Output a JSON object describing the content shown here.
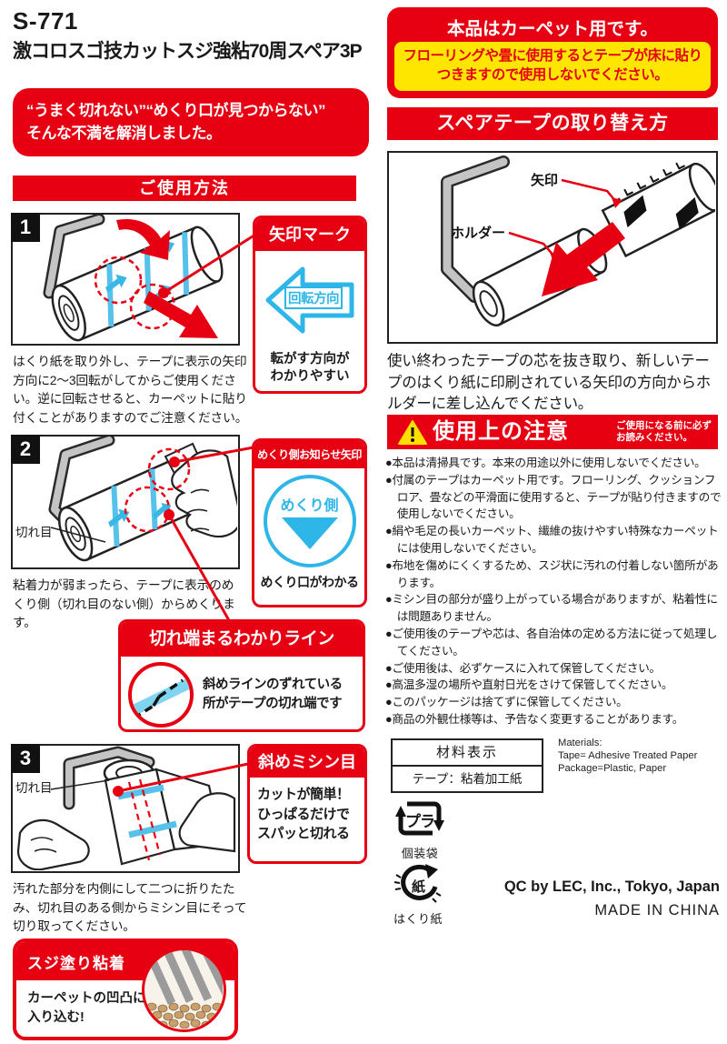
{
  "colors": {
    "accent_red": "#e60012",
    "accent_blue": "#2eb6e8",
    "accent_yellow": "#ffe600"
  },
  "header": {
    "product_code": "S-771",
    "product_title": "激コロスゴ技カットスジ強粘70周スペア3P",
    "tagline_line1": "“うまく切れない”“めくり口が見つからない”",
    "tagline_line2": "そんな不満を解消しました。"
  },
  "usage": {
    "section_title": "ご使用方法",
    "step1": {
      "number": "1",
      "text": "はくり紙を取り外し、テープに表示の矢印方向に2～3回転がしてからご使用ください。逆に回転させると、カーペットに貼り付くことがありますのでご注意ください。",
      "callout_title": "矢印マーク",
      "arrow_label": "回転方向",
      "callout_desc": "転がす方向が\nわかりやすい"
    },
    "step2": {
      "number": "2",
      "cut_label": "切れ目",
      "text": "粘着力が弱まったら、テープに表示のめくり側（切れ目のない側）からめくります。",
      "callout_title": "めくり側お知らせ矢印",
      "badge_label": "めくり側",
      "callout_desc": "めくり口がわかる"
    },
    "line_callout": {
      "title": "切れ端まるわかりライン",
      "desc": "斜めラインのずれている\n所がテープの切れ端です"
    },
    "step3": {
      "number": "3",
      "cut_label": "切れ目",
      "text": "汚れた部分を内側にして二つに折りたたみ、切れ目のある側からミシン目にそって切り取ってください。",
      "callout_title": "斜めミシン目",
      "callout_desc": "カットが簡単！\nひっぱるだけで\nスパッと切れる"
    },
    "feature": {
      "title": "スジ塗り粘着",
      "desc": "カーペットの凹凸に\n入り込む!"
    }
  },
  "carpet_notice": {
    "title": "本品はカーペット用です。",
    "warning": "フローリングや畳に使用するとテープが床に貼りつきますので使用しないでください。"
  },
  "replace": {
    "section_title": "スペアテープの取り替え方",
    "label_arrow": "矢印",
    "label_holder": "ホルダー",
    "text": "使い終わったテープの芯を抜き取り、新しいテープのはくり紙に印刷されている矢印の方向からホルダーに差し込んでください。"
  },
  "precautions": {
    "title": "使用上の注意",
    "subtitle": "ご使用になる前に必ず\nお読みください。",
    "items": [
      "●本品は清掃具です。本来の用途以外に使用しないでください。",
      "●付属のテープはカーペット用です。フローリング、クッションフロア、畳などの平滑面に使用すると、テープが貼り付きますので使用しないでください。",
      "●絹や毛足の長いカーペット、繊維の抜けやすい特殊なカーペットには使用しないでください。",
      "●布地を傷めにくくするため、スジ状に汚れの付着しない箇所があります。",
      "●ミシン目の部分が盛り上がっている場合がありますが、粘着性には問題ありません。",
      "●ご使用後のテープや芯は、各自治体の定める方法に従って処理してください。",
      "●ご使用後は、必ずケースに入れて保管してください。",
      "●高温多湿の場所や直射日光をさけて保管してください。",
      "●このパッケージは捨てずに保管してください。",
      "●商品の外観仕様等は、予告なく変更することがあります。"
    ]
  },
  "materials": {
    "table_title": "材料表示",
    "table_value": "テープ：粘着加工紙",
    "english": "Materials:\nTape= Adhesive Treated Paper\nPackage=Plastic, Paper"
  },
  "recycling": {
    "plastic_mark": "プラ",
    "plastic_label": "個装袋",
    "paper_mark": "紙",
    "paper_label": "はくり紙"
  },
  "footer": {
    "qc": "QC by LEC, Inc., Tokyo, Japan",
    "origin": "MADE IN CHINA"
  }
}
